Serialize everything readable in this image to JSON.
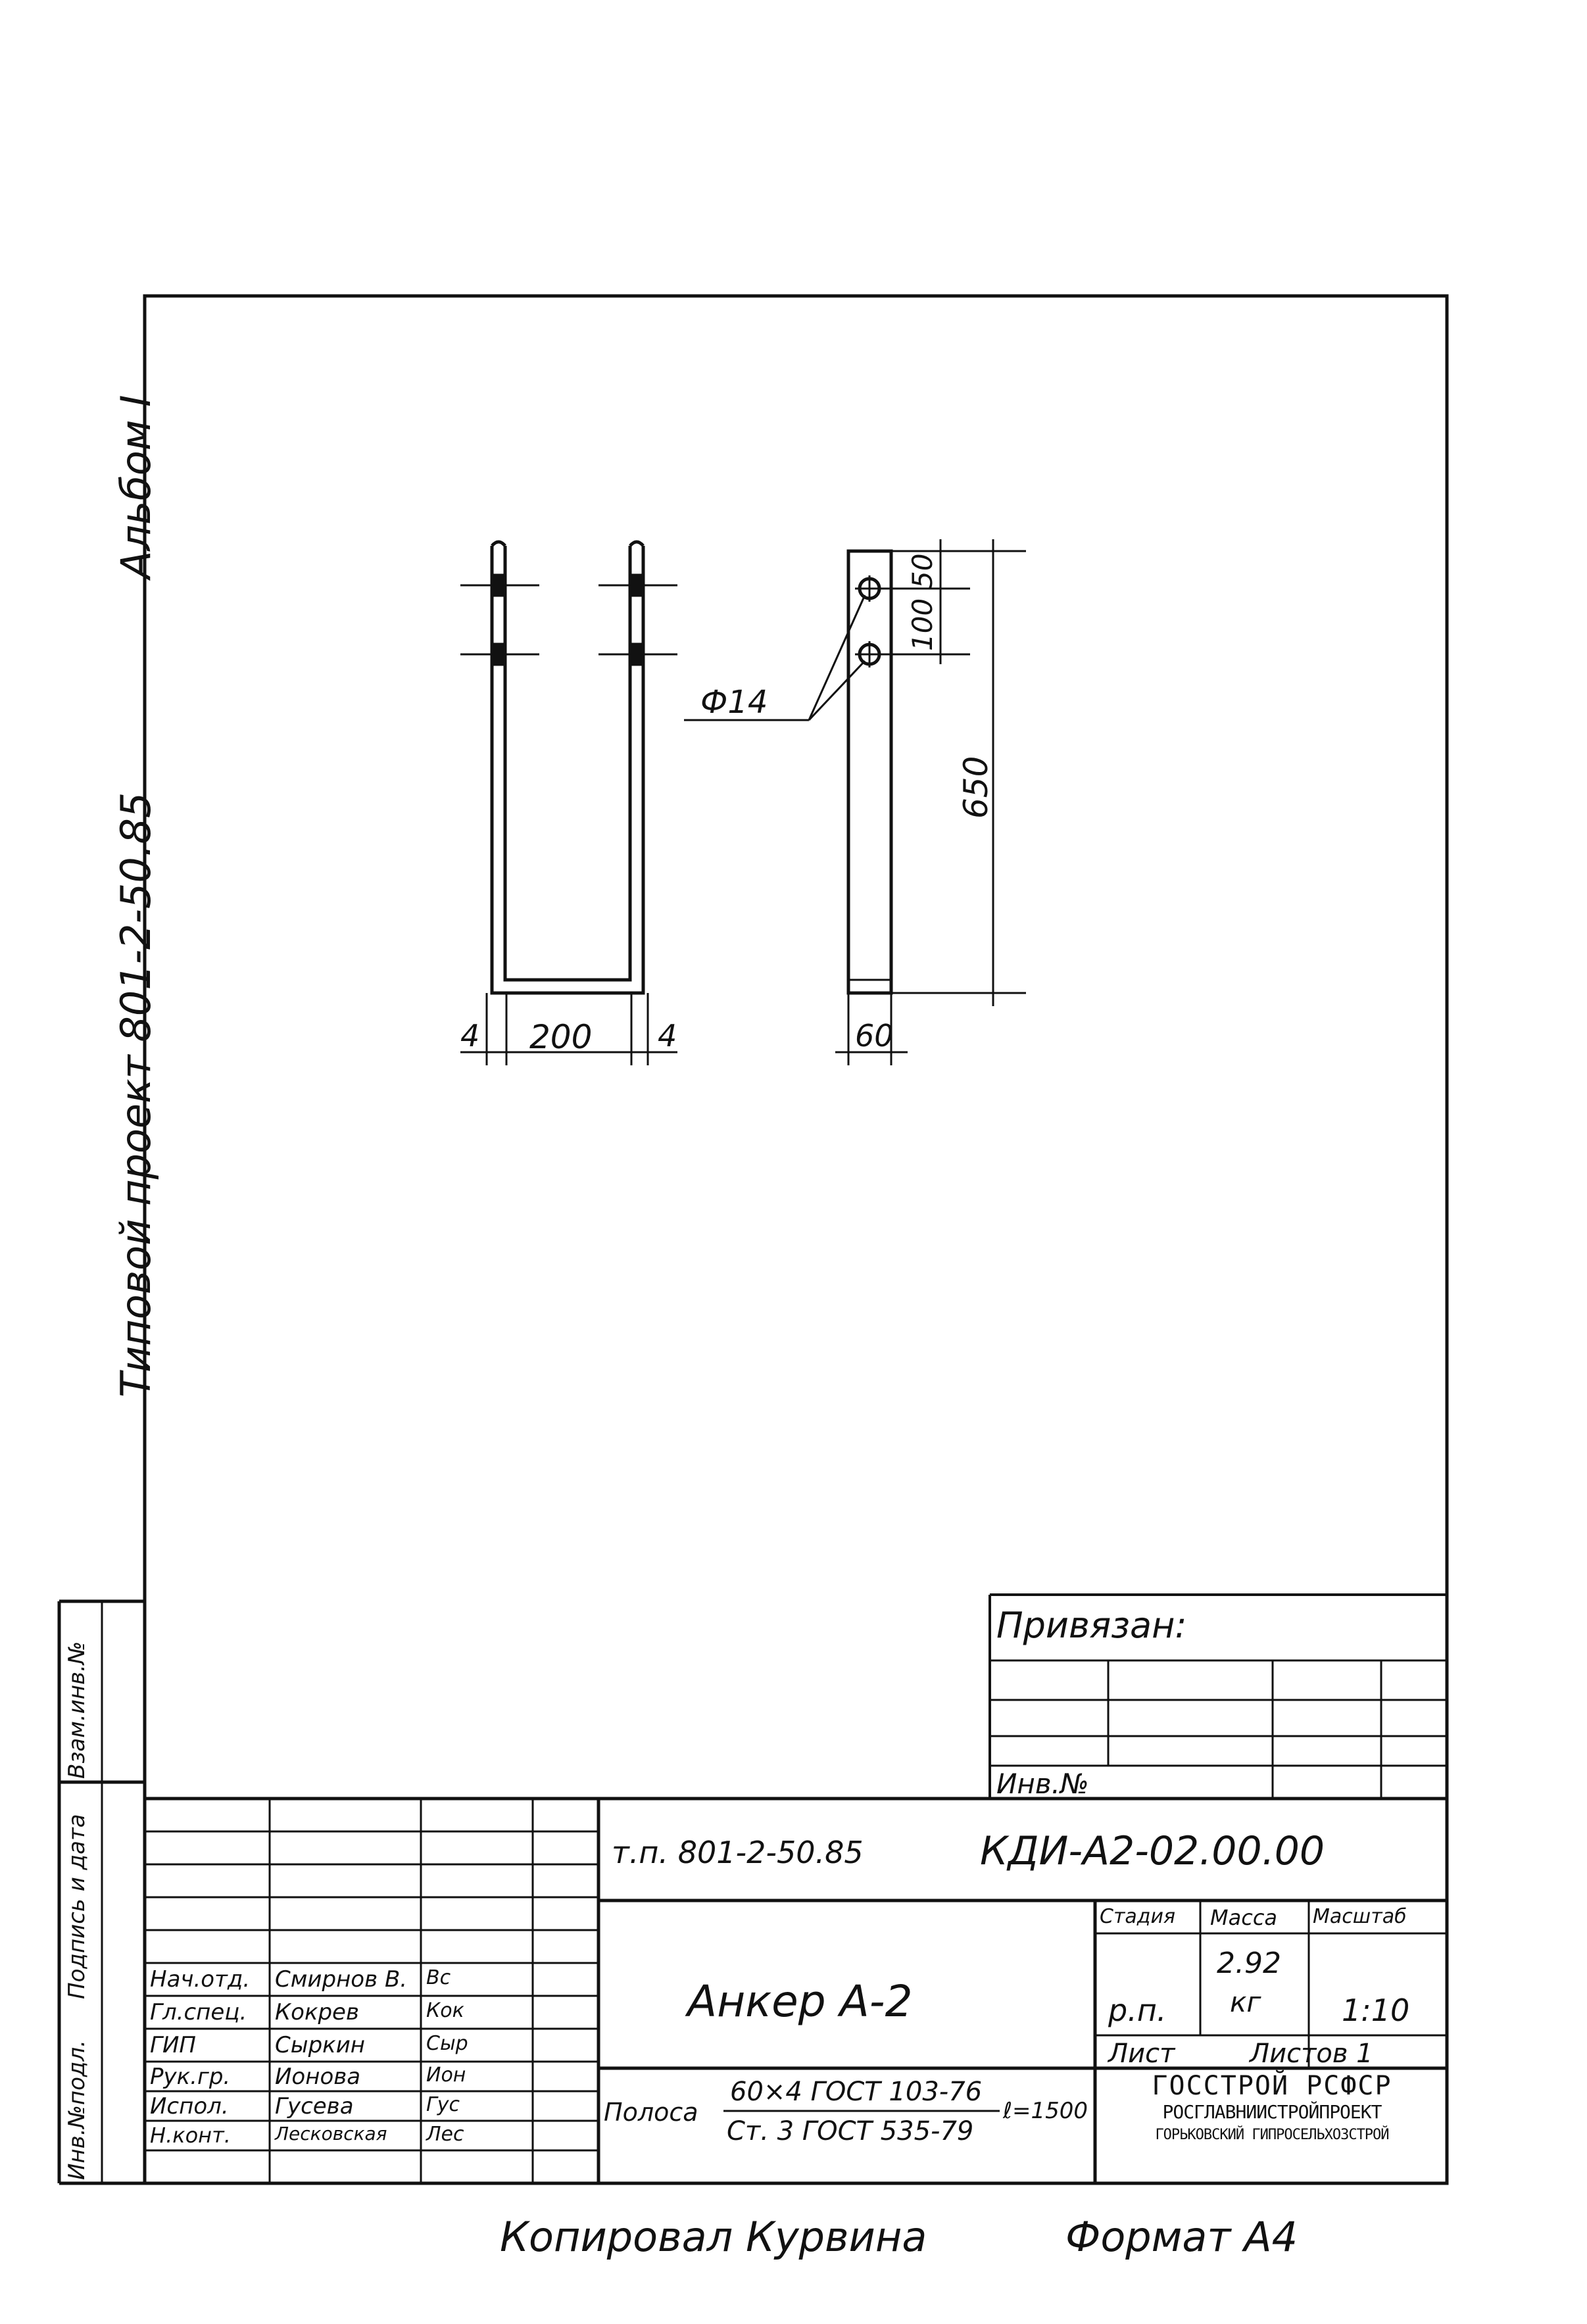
{
  "side_labels": {
    "album": "Альбом I",
    "project": "Типовой проект 801-2-50.85"
  },
  "drawing": {
    "dim_200": "200",
    "dim_4_left": "4",
    "dim_4_right": "4",
    "dim_60": "60",
    "dim_650": "650",
    "dim_100": "100",
    "dim_50": "50",
    "hole_diameter": "Ф14"
  },
  "privyazan": {
    "title": "Привязан:",
    "inv_no": "Инв.№"
  },
  "left_strip": {
    "vzam": "Взам.инв.№",
    "podpis": "Подпись и дата",
    "inv_podl": "Инв.№подл."
  },
  "title_block": {
    "project_code": "т.п. 801-2-50.85",
    "doc_code": "КДИ-А2-02.00.00",
    "title": "Анкер А-2",
    "stage_header": "Стадия",
    "mass_header": "Масса",
    "scale_header": "Масштаб",
    "stage": "р.п.",
    "mass_value": "2.92",
    "mass_unit": "кг",
    "scale": "1:10",
    "sheet": "Лист",
    "sheets": "Листов 1",
    "material_label": "Полоса",
    "material_top": "60×4 ГОСТ 103-76",
    "material_bottom": "Ст. 3 ГОСТ 535-79",
    "material_length": "ℓ=1500",
    "org_line1": "ГОССТРОЙ РСФСР",
    "org_line2": "РОСГЛАВНИИСТРОЙПРОЕКТ",
    "org_line3": "ГОРЬКОВСКИЙ ГИПРОСЕЛЬХОЗСТРОЙ"
  },
  "signatures": [
    {
      "role": "Нач.отд.",
      "name": "Смирнов В.",
      "sign": "Вс"
    },
    {
      "role": "Гл.спец.",
      "name": "Кокрев",
      "sign": "Кок"
    },
    {
      "role": "ГИП",
      "name": "Сыркин",
      "sign": "Сыр"
    },
    {
      "role": "Рук.гр.",
      "name": "Ионова",
      "sign": "Ион"
    },
    {
      "role": "Испол.",
      "name": "Гусева",
      "sign": "Гус"
    },
    {
      "role": "Н.конт.",
      "name": "Лесковская",
      "sign": "Лес"
    }
  ],
  "footer": {
    "copied": "Копировал Курвина",
    "format": "Формат А4"
  }
}
